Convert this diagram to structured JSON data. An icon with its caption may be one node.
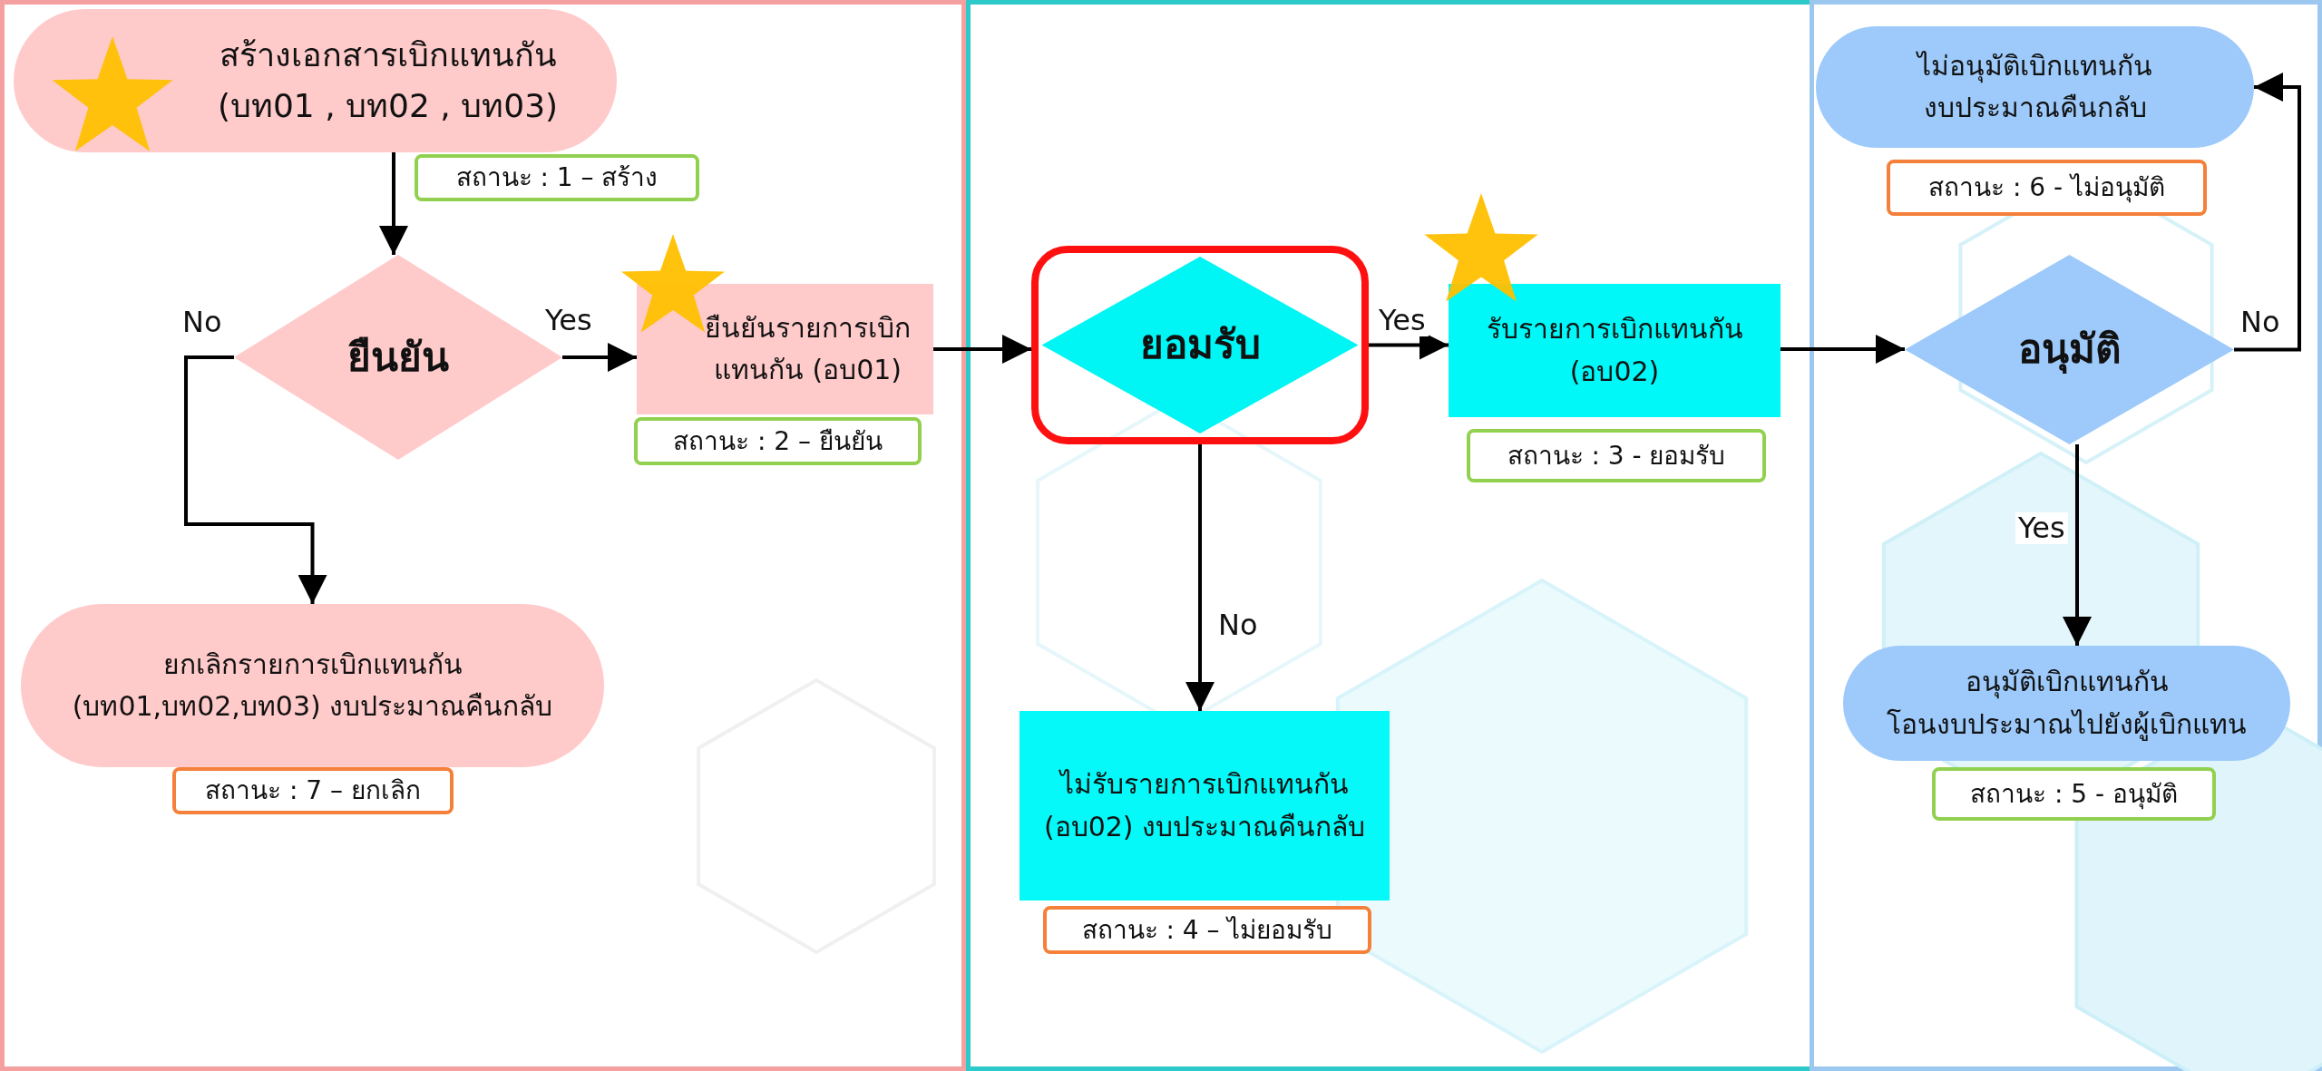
{
  "diagram": {
    "nodes": [
      {
        "text": [
          "สร้างเอกสารเบิกแทนกัน (บท01 , บท02 , บท03)"
        ]
      },
      {
        "text": [
          "สถานะ : 1 – สร้าง"
        ]
      },
      {
        "text": [
          "ยืนยัน"
        ]
      },
      {
        "text": [
          "ยืนยันรายการเบิกแทนกัน (อบ01)"
        ]
      },
      {
        "text": [
          "สถานะ : 2 – ยืนยัน"
        ]
      },
      {
        "text": [
          "ยกเลิกรายการเบิกแทนกัน (บท01,บท02,บท03) งบประมาณคืนกลับ"
        ]
      },
      {
        "text": [
          "สถานะ : 7 – ยกเลิก"
        ]
      },
      {
        "text": [
          "ยอมรับ"
        ]
      },
      {
        "text": [
          "รับรายการเบิกแทนกัน (อบ02)"
        ]
      },
      {
        "text": [
          "สถานะ : 3 - ยอมรับ"
        ]
      },
      {
        "text": [
          "ไม่รับรายการเบิกแทนกัน (อบ02) งบประมาณคืนกลับ"
        ]
      },
      {
        "text": [
          "สถานะ : 4 – ไม่ยอมรับ"
        ]
      },
      {
        "text": [
          "ไม่อนุมัติเบิกแทนกัน งบประมาณคืนกลับ"
        ]
      },
      {
        "text": [
          "สถานะ : 6 - ไม่อนุมัติ"
        ]
      },
      {
        "text": [
          "อนุมัติ"
        ]
      },
      {
        "text": [
          "อนุมัติเบิกแทนกัน โอนงบประมาณไปยังผู้เบิกแทน"
        ]
      },
      {
        "text": [
          "สถานะ : 5 - อนุมัติ"
        ]
      }
    ],
    "edges": [
      {
        "from": 0,
        "to": 2,
        "arrow": "to"
      },
      {
        "from": 2,
        "to": 3,
        "arrow": "to",
        "label": "Yes"
      },
      {
        "from": 2,
        "to": 5,
        "arrow": "to",
        "label": "No"
      },
      {
        "from": 3,
        "to": 7,
        "arrow": "to"
      },
      {
        "from": 7,
        "to": 8,
        "arrow": "to",
        "label": "Yes"
      },
      {
        "from": 7,
        "to": 10,
        "arrow": "to",
        "label": "No"
      },
      {
        "from": 8,
        "to": 14,
        "arrow": "to"
      },
      {
        "from": 14,
        "to": 12,
        "arrow": "to",
        "label": "No"
      },
      {
        "from": 14,
        "to": 15,
        "arrow": "to",
        "label": "Yes"
      }
    ]
  }
}
